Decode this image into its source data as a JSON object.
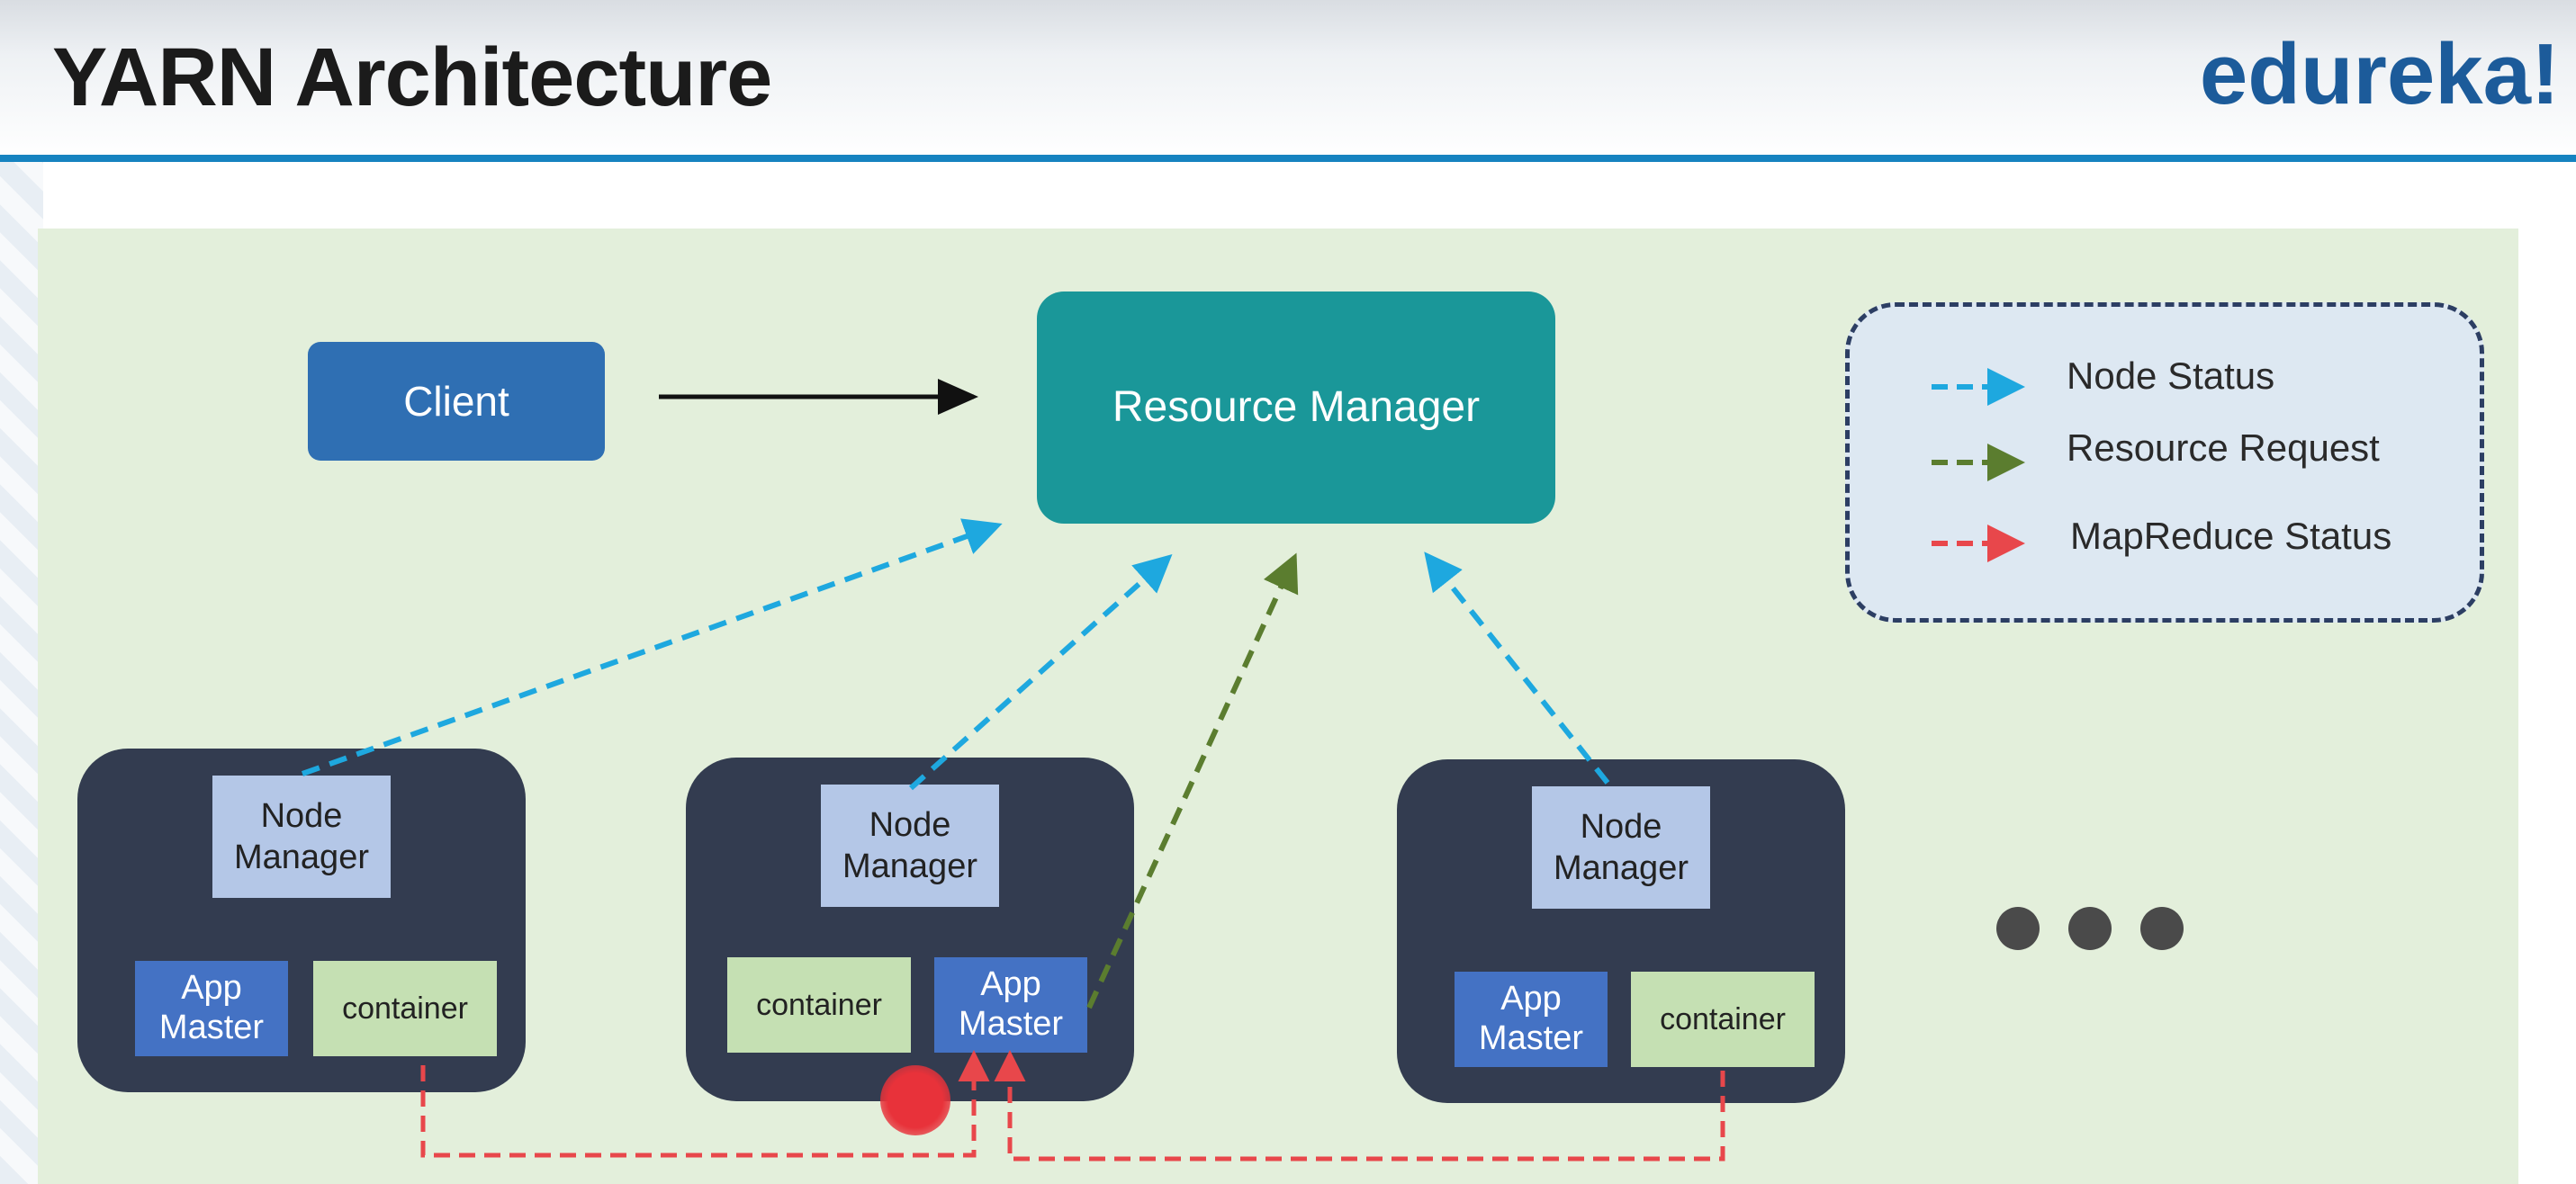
{
  "header": {
    "title": "YARN Architecture",
    "logo": "edureka!"
  },
  "diagram": {
    "client_label": "Client",
    "resource_manager_label": "Resource Manager",
    "legend": [
      {
        "label": "Node Status",
        "color": "#1ea8df"
      },
      {
        "label": "Resource Request",
        "color": "#5b7d2f"
      },
      {
        "label": "MapReduce Status",
        "color": "#e8474b"
      }
    ],
    "nodes": [
      {
        "node_manager": "Node Manager",
        "app_master": "App Master",
        "container": "container"
      },
      {
        "node_manager": "Node Manager",
        "app_master": "App Master",
        "container": "container"
      },
      {
        "node_manager": "Node Manager",
        "app_master": "App Master",
        "container": "container"
      }
    ]
  },
  "colors": {
    "client": "#2f6fb3",
    "resource_manager": "#1a9799",
    "node_bg": "#333c50",
    "node_manager": "#b4c7e7",
    "app_master": "#4472c4",
    "container": "#c5e0b3",
    "canvas": "#e3efdb",
    "header_rule": "#1683c0",
    "logo": "#1c5b9a"
  }
}
